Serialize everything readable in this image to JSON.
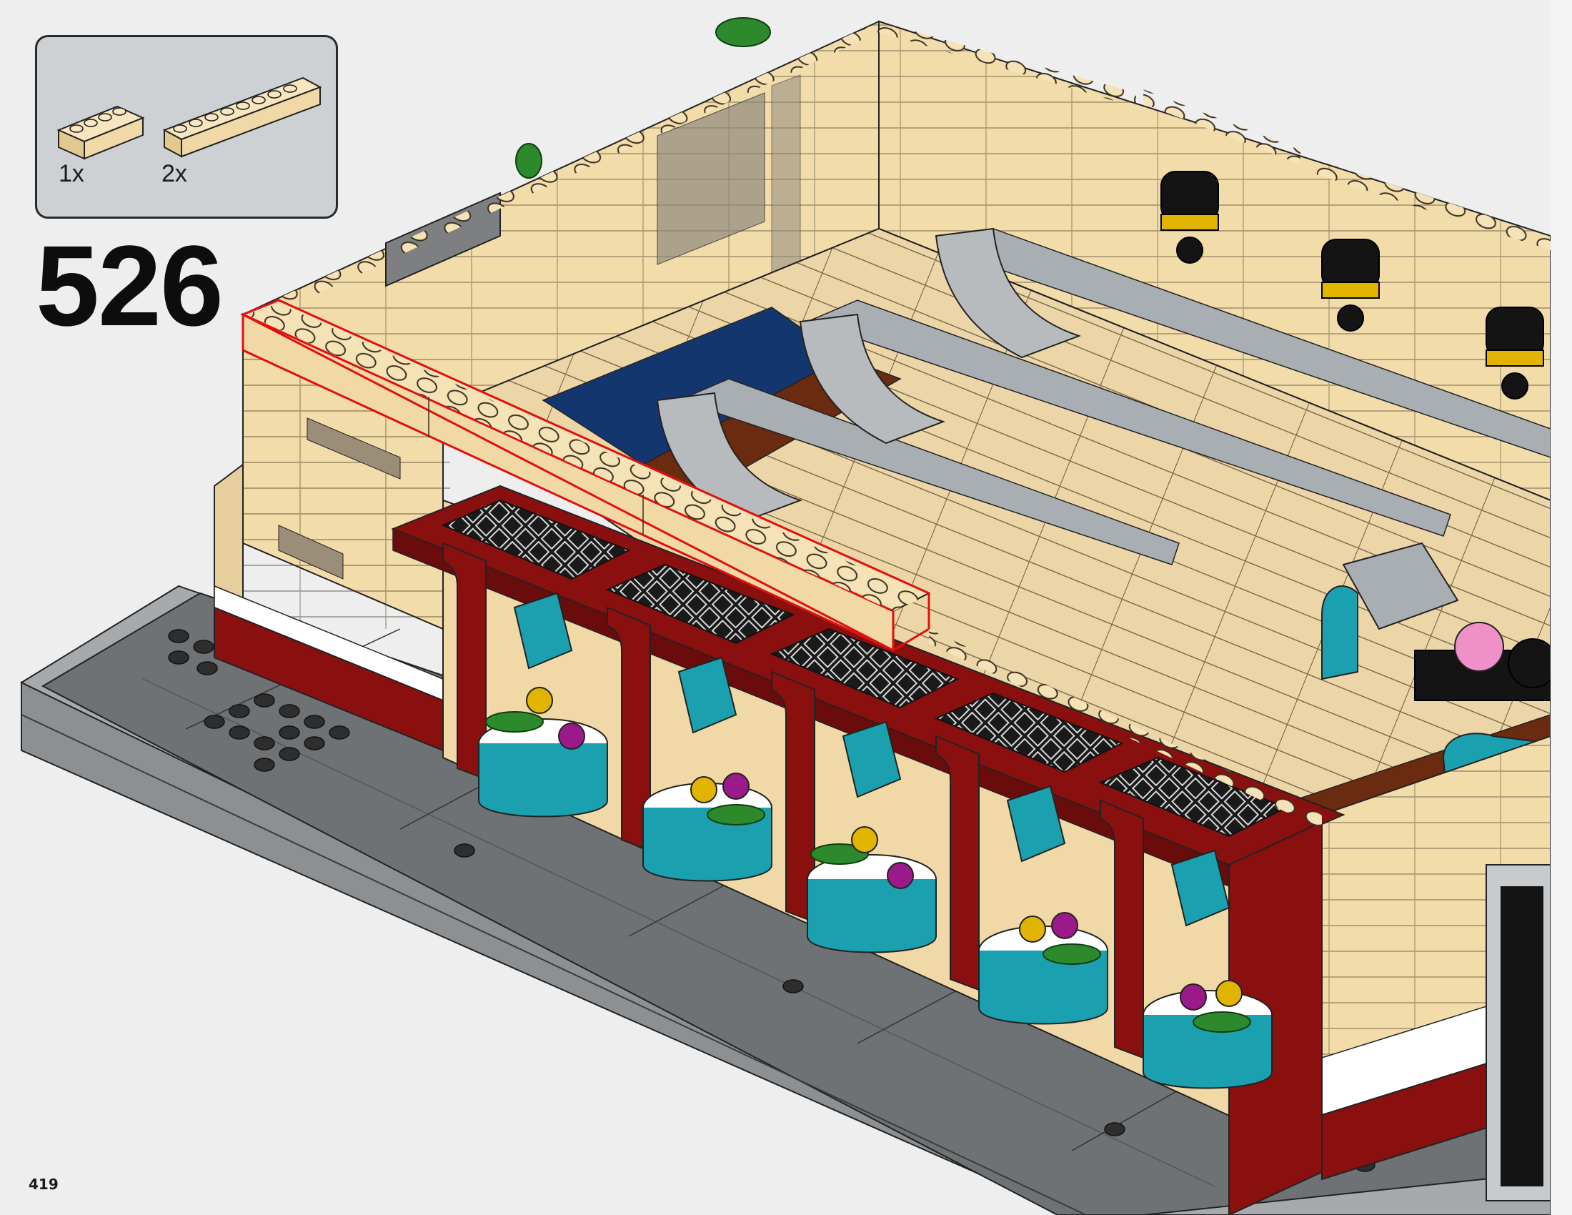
{
  "step": {
    "number": "526"
  },
  "page": {
    "number": "419"
  },
  "parts": [
    {
      "name": "tan-brick-1x4",
      "quantity": "1x"
    },
    {
      "name": "tan-brick-1x8",
      "quantity": "2x"
    }
  ],
  "colors": {
    "tan": "#f2dcaa",
    "tan_shade": "#d8c08c",
    "dark_red": "#8a1010",
    "white": "#ffffff",
    "light_gray": "#a9aeb2",
    "dark_gray": "#6c6f72",
    "black": "#141414",
    "teal": "#1aa0ae",
    "wood": "#ead4a5",
    "blue": "#14366f",
    "brown": "#6b2b10",
    "green": "#2c8a2c",
    "yellow": "#e0b400",
    "purple": "#9a1a8a",
    "pink": "#f090c8",
    "highlight": "#e01010"
  }
}
